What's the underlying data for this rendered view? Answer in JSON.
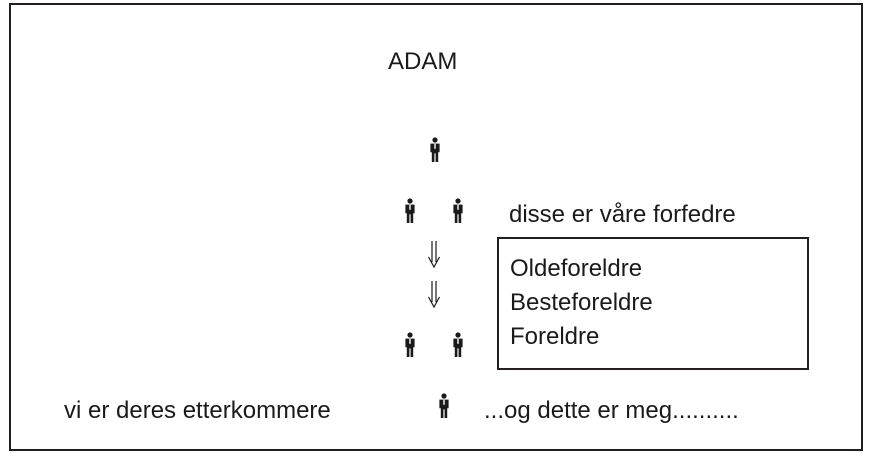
{
  "title": "ADAM",
  "ancestors_label": "disse er våre forfedre",
  "generations": [
    "Oldeforeldre",
    "Besteforeldre",
    "Foreldre"
  ],
  "bottom_left": "vi er deres etterkommere",
  "bottom_right": "...og dette er meg..........",
  "icons": {
    "person": "person-icon",
    "arrow": "double-arrow-down-icon"
  },
  "colors": {
    "ink": "#1a1a1a",
    "border": "#231f20",
    "background": "#ffffff"
  }
}
